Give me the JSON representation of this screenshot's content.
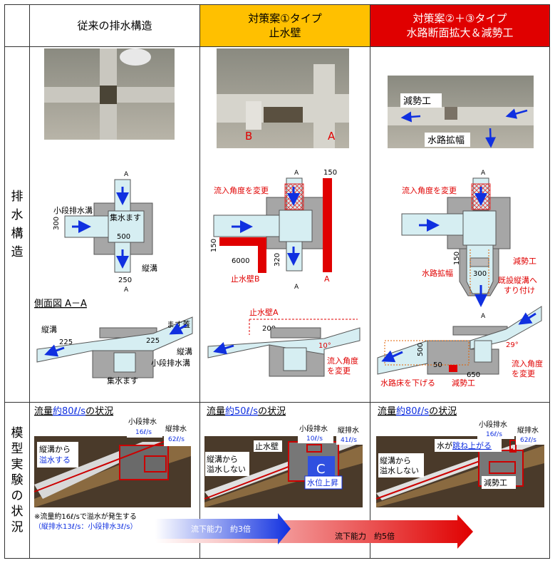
{
  "header": {
    "col1": "従来の排水構造",
    "col2_l1": "対策案①タイプ",
    "col2_l2": "止水壁",
    "col3_l1": "対策案②＋③タイプ",
    "col3_l2": "水路断面拡大＆減勢工"
  },
  "rows": {
    "row1_label": [
      "排",
      "水",
      "構",
      "造"
    ],
    "row2_label": [
      "模",
      "型",
      "実",
      "験",
      "の",
      "状",
      "況"
    ]
  },
  "col1": {
    "plan": {
      "mark_top": "A",
      "mark_bottom": "A",
      "side_ditch": "小段排水溝",
      "catch_basin": "集水ます",
      "dim_300": "300",
      "dim_500": "500",
      "dim_250": "250",
      "vertical_ditch": "縦溝"
    },
    "section_title": "側面図 A－A",
    "section": {
      "lid": "ます蓋",
      "tate_l": "縦溝",
      "dim_225a": "225",
      "dim_225b": "225",
      "tate_r": "縦溝",
      "kodan": "小段排水溝",
      "basin": "集水ます"
    },
    "exp_title_a": "流量",
    "exp_title_b": "約80ℓ/s",
    "exp_title_c": "の状況",
    "exp": {
      "kodan": "小段排水",
      "kodan_v": "16ℓ/s",
      "tate": "縦排水",
      "tate_v": "62ℓ/s",
      "over1": "縦溝から",
      "over2": "溢水する"
    },
    "note1": "※流量約16ℓ/sで溢水が発生する",
    "note2": "（縦排水13ℓ/s：小段排水3ℓ/s）"
  },
  "col2": {
    "photo": {
      "label_b": "B",
      "label_a": "A"
    },
    "plan": {
      "mark_top": "A",
      "mark_bottom": "A",
      "angle": "流入角度を変更",
      "dim_150a": "150",
      "dim_150b": "150",
      "dim_6000": "6000",
      "dim_320": "320",
      "wall_b": "止水壁B",
      "wall_a": "A"
    },
    "section": {
      "wall_a": "止水壁A",
      "dim_200": "200",
      "deg": "10°",
      "angle1": "流入角度",
      "angle2": "を変更"
    },
    "exp_title_a": "流量",
    "exp_title_b": "約50ℓ/s",
    "exp_title_c": "の状況",
    "exp": {
      "wall": "止水壁",
      "kodan": "小段排水",
      "kodan_v": "10ℓ/s",
      "tate": "縦排水",
      "tate_v": "41ℓ/s",
      "no1": "縦溝から",
      "no2": "溢水しない",
      "level": "水位上昇",
      "mark": "C"
    }
  },
  "col3": {
    "photo": {
      "gensei": "減勢工",
      "kakufuku": "水路拡幅"
    },
    "plan": {
      "mark_top": "A",
      "mark_bottom": "A",
      "angle": "流入角度を変更",
      "dim_150": "150",
      "dim_300": "300",
      "gensei": "減勢工",
      "kakufuku": "水路拡幅",
      "kisetsu1": "既設縦溝へ",
      "kisetsu2": "すり付け"
    },
    "section": {
      "dim_500": "500",
      "dim_50": "50",
      "dim_650": "650",
      "deg": "29°",
      "angle1": "流入角度",
      "angle2": "を変更",
      "floor": "水路床を下げる",
      "gensei": "減勢工"
    },
    "exp_title_a": "流量",
    "exp_title_b": "約80ℓ/s",
    "exp_title_c": "の状況",
    "exp": {
      "kodan": "小段排水",
      "kodan_v": "16ℓ/s",
      "tate": "縦排水",
      "tate_v": "62ℓ/s",
      "splash_a": "水が",
      "splash_b": "跳ね上がる",
      "no1": "縦溝から",
      "no2": "溢水しない",
      "gensei": "減勢工"
    }
  },
  "arrows": {
    "blue": "流下能力　約3倍",
    "red": "流下能力　約5倍"
  },
  "colors": {
    "orange": "#FFC000",
    "red": "#E00000",
    "blue": "#1030E0",
    "concrete": "#A6A6A6",
    "water": "#D6EEF2"
  }
}
